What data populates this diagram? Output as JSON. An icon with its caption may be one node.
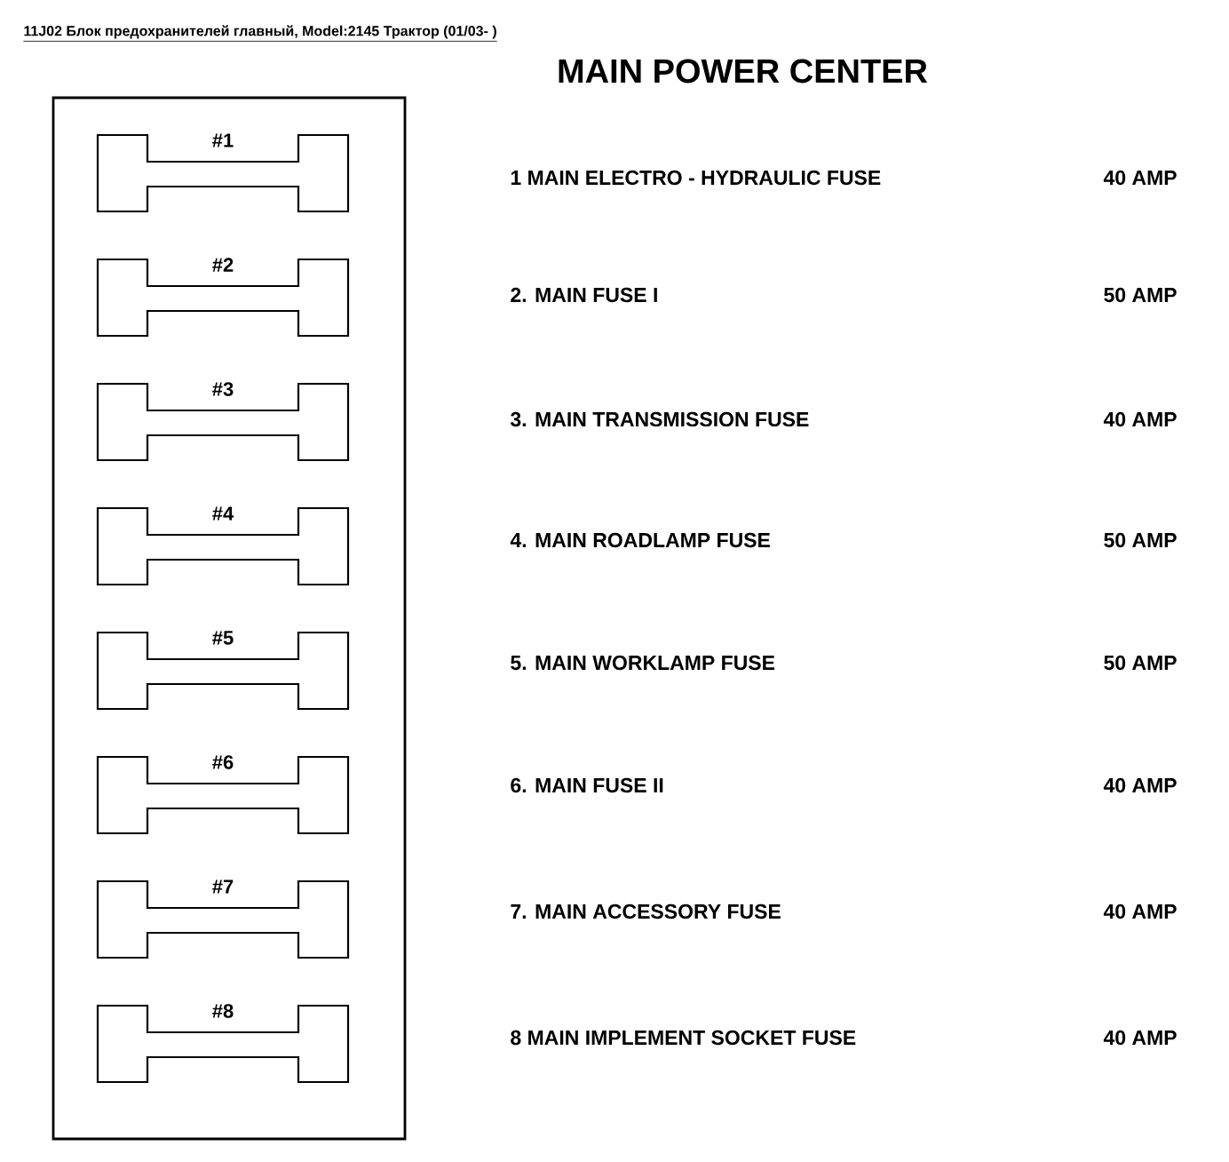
{
  "diagram": {
    "title": "MAIN POWER CENTER",
    "nodes": [
      {
        "text": [],
        "shape": "box"
      },
      {
        "text": [
          "#1"
        ],
        "in": 0
      },
      {
        "text": [
          "#2"
        ],
        "in": 0
      },
      {
        "text": [
          "#3"
        ],
        "in": 0
      },
      {
        "text": [
          "#4"
        ],
        "in": 0
      },
      {
        "text": [
          "#5"
        ],
        "in": 0
      },
      {
        "text": [
          "#6"
        ],
        "in": 0
      },
      {
        "text": [
          "#7"
        ],
        "in": 0
      },
      {
        "text": [
          "#8"
        ],
        "in": 0
      }
    ],
    "labels": [
      "11J02 Блок предохранителей главный, Model:2145 Трактор (01/03- )",
      "1  MAIN  ELECTRO - HYDRAULIC FUSE",
      "40 AMP",
      "2. MAIN FUSE I",
      "50 AMP",
      "3. MAIN TRANSMISSION FUSE",
      "40 AMP",
      "4. MAIN ROADLAMP FUSE",
      "50 AMP",
      "5. MAIN WORKLAMP FUSE",
      "50 AMP",
      "6. MAIN FUSE II",
      "40 AMP",
      "7. MAIN ACCESSORY FUSE",
      "40 AMP",
      "8  MAIN IMPLEMENT SOCKET FUSE",
      "40 AMP"
    ]
  }
}
